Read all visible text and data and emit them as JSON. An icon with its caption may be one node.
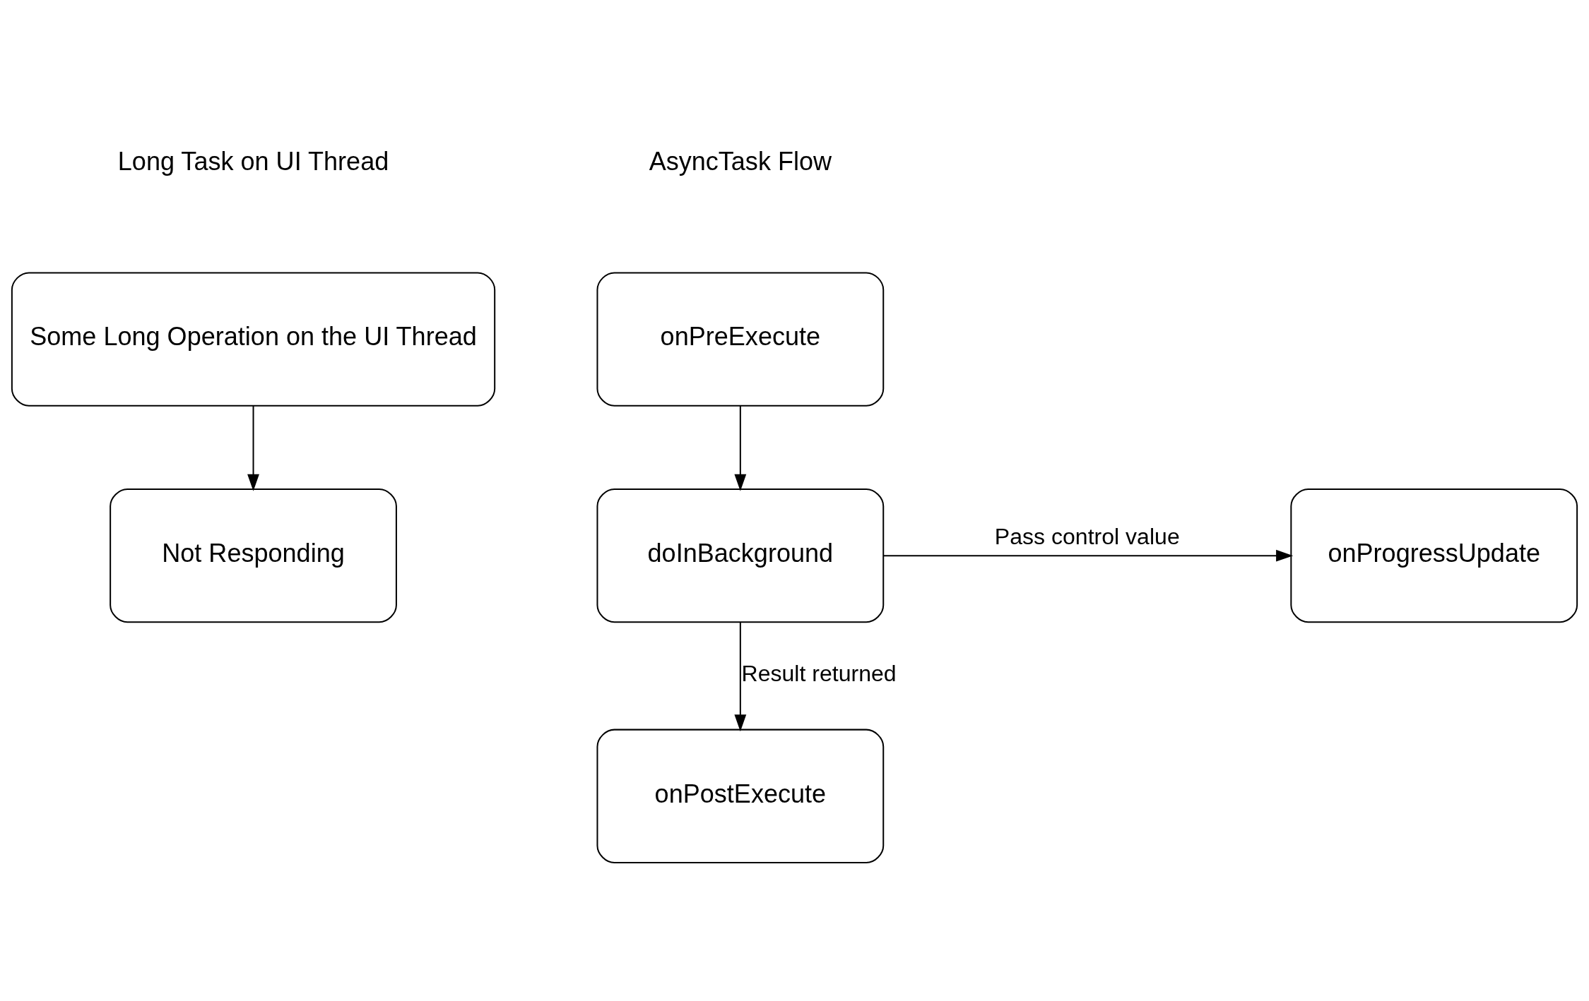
{
  "diagram": {
    "nodes": [
      {
        "text": [
          "onPreExecute"
        ]
      },
      {
        "text": [
          "doInBackground"
        ]
      },
      {
        "text": [
          "onProgressUpdate"
        ]
      },
      {
        "text": [
          "onPostExecute"
        ]
      },
      {
        "text": [
          "Some Long Operation on the UI Thread"
        ]
      },
      {
        "text": [
          "Not Responding"
        ]
      }
    ],
    "edges": [
      {
        "from": 0,
        "to": 1,
        "arrow": "to"
      },
      {
        "from": 1,
        "to": 2,
        "arrow": "to",
        "label": "Pass control value"
      },
      {
        "from": 1,
        "to": 3,
        "arrow": "to",
        "label": "Result returned"
      },
      {
        "from": 4,
        "to": 5,
        "arrow": "to"
      }
    ],
    "labels": [
      "AsyncTask Flow",
      "Long Task on UI Thread"
    ]
  }
}
